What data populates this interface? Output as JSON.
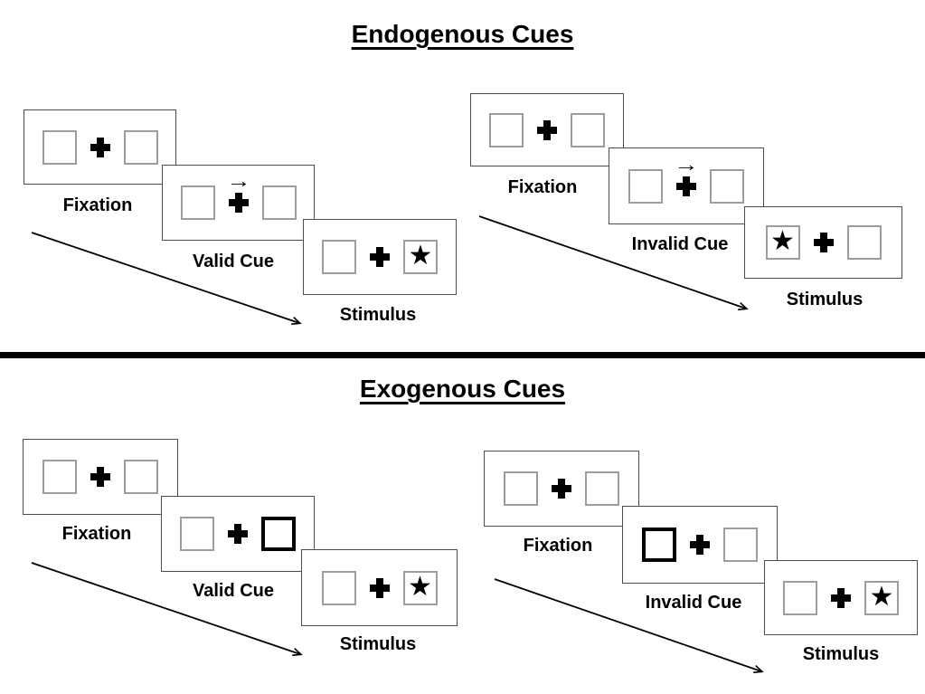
{
  "figure": {
    "description": "Posner spatial cueing task diagram with four trial sequences",
    "sections": [
      {
        "title": "Endogenous Cues"
      },
      {
        "title": "Exogenous Cues"
      }
    ]
  },
  "icons": {
    "fixation_cross": "plus-cross",
    "target_star": "star",
    "central_cue": "right-arrow"
  },
  "glyphs": {
    "cue_arrow": "→",
    "star": "★"
  },
  "panels": [
    {
      "section": "Endogenous Cues",
      "validity": "valid",
      "steps": [
        {
          "label": "Fixation",
          "left_box": "",
          "right_box": ""
        },
        {
          "label": "Valid Cue",
          "cue_type": "central-arrow-right",
          "cue_arrow": "→",
          "left_box": "",
          "right_box": ""
        },
        {
          "label": "Stimulus",
          "left_box": "",
          "right_box": "★",
          "target_side": "right"
        }
      ]
    },
    {
      "section": "Endogenous Cues",
      "validity": "invalid",
      "steps": [
        {
          "label": "Fixation",
          "left_box": "",
          "right_box": ""
        },
        {
          "label": "Invalid Cue",
          "cue_type": "central-arrow-right",
          "cue_arrow": "→",
          "left_box": "",
          "right_box": ""
        },
        {
          "label": "Stimulus",
          "left_box": "★",
          "right_box": "",
          "target_side": "left"
        }
      ]
    },
    {
      "section": "Exogenous Cues",
      "validity": "valid",
      "steps": [
        {
          "label": "Fixation",
          "left_box": "",
          "right_box": ""
        },
        {
          "label": "Valid Cue",
          "cue_type": "peripheral-box-highlight",
          "highlighted_box": "right",
          "left_box": "",
          "right_box": ""
        },
        {
          "label": "Stimulus",
          "left_box": "",
          "right_box": "★",
          "target_side": "right"
        }
      ]
    },
    {
      "section": "Exogenous Cues",
      "validity": "invalid",
      "steps": [
        {
          "label": "Fixation",
          "left_box": "",
          "right_box": ""
        },
        {
          "label": "Invalid Cue",
          "cue_type": "peripheral-box-highlight",
          "highlighted_box": "left",
          "left_box": "",
          "right_box": ""
        },
        {
          "label": "Stimulus",
          "left_box": "",
          "right_box": "★",
          "target_side": "right"
        }
      ]
    }
  ],
  "colors": {
    "background": "#ffffff",
    "card_border": "#4d4d4d",
    "placeholder_border": "#9d9d9d",
    "ink": "#000000"
  }
}
